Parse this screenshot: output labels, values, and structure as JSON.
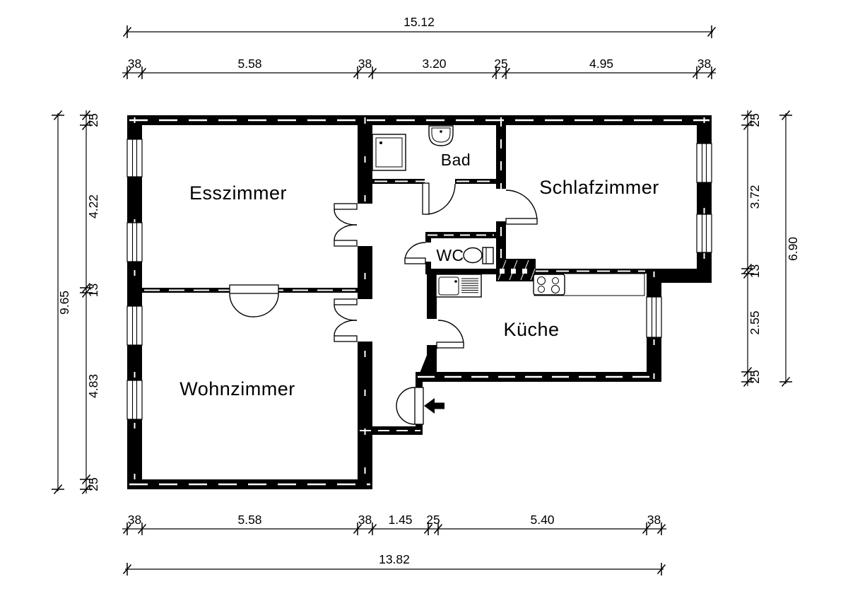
{
  "rooms": {
    "esszimmer": "Esszimmer",
    "wohnzimmer": "Wohnzimmer",
    "schlafzimmer": "Schlafzimmer",
    "kueche": "Küche",
    "bad": "Bad",
    "wc": "WC"
  },
  "dimensions": {
    "top": {
      "total": "15.12",
      "segments": [
        "38",
        "5.58",
        "38",
        "3.20",
        "25",
        "4.95",
        "38"
      ]
    },
    "bottom": {
      "total": "13.82",
      "segments": [
        "38",
        "5.58",
        "38",
        "1.45",
        "25",
        "5.40",
        "38"
      ]
    },
    "left": {
      "total": "9.65",
      "segments": [
        "25",
        "4.22",
        "13",
        "4.83",
        "25"
      ]
    },
    "right": {
      "total": "6.90",
      "segments": [
        "25",
        "3.72",
        "13",
        "2.55",
        "25"
      ]
    }
  },
  "colors": {
    "ink": "#000000",
    "paper": "#ffffff"
  }
}
